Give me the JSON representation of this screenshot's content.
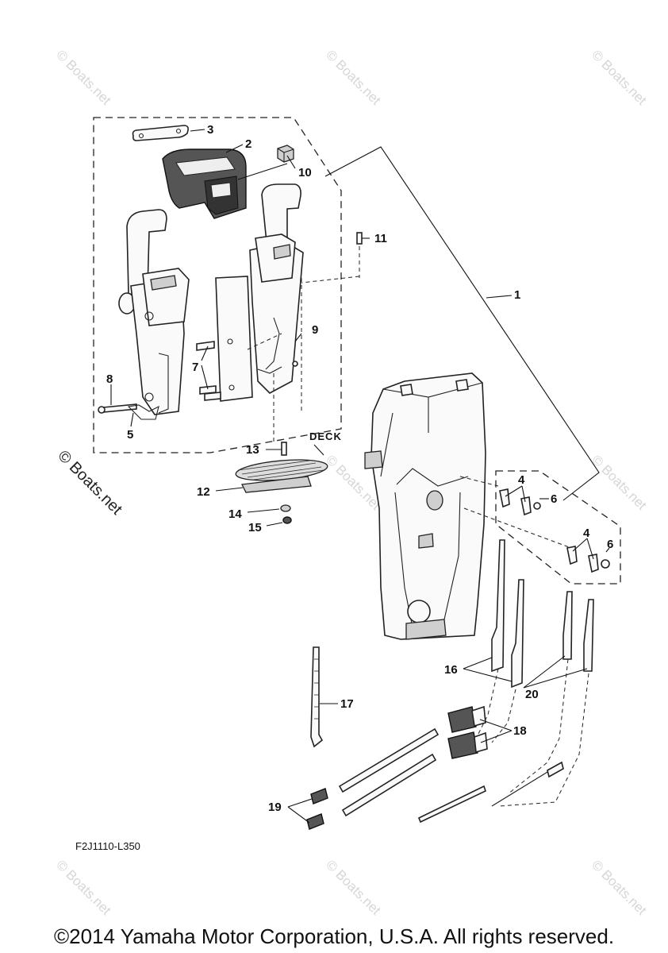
{
  "figure_code": "F2J1110-L350",
  "copyright": "©2014 Yamaha Motor Corporation, U.S.A. All rights reserved.",
  "watermark": "© Boats.net",
  "deck_label": "DECK",
  "callouts": {
    "c1": "1",
    "c2": "2",
    "c3": "3",
    "c4a": "4",
    "c4b": "4",
    "c5": "5",
    "c6a": "6",
    "c6b": "6",
    "c7": "7",
    "c8": "8",
    "c9": "9",
    "c10": "10",
    "c11": "11",
    "c12": "12",
    "c13": "13",
    "c14": "14",
    "c15": "15",
    "c16": "16",
    "c17": "17",
    "c18": "18",
    "c19": "19",
    "c20": "20"
  }
}
